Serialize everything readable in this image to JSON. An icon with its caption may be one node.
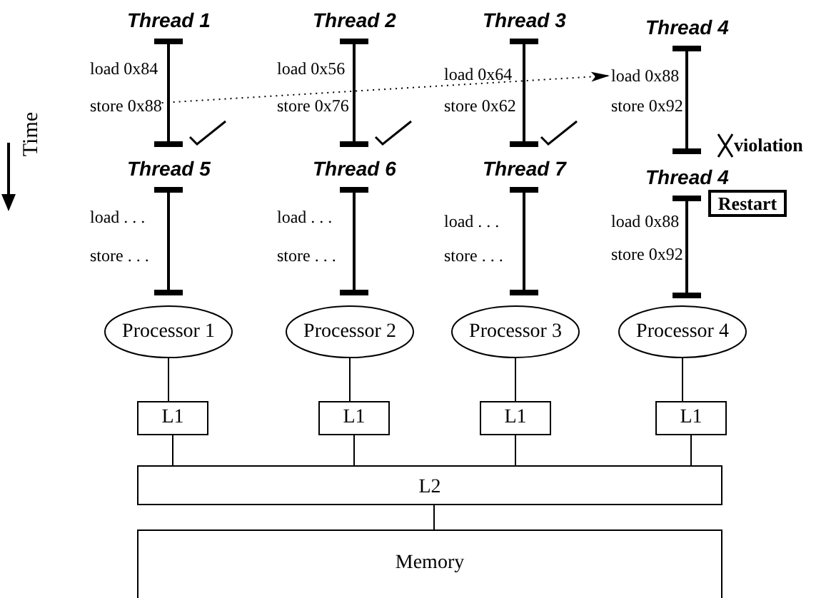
{
  "diagram": {
    "nodes": [
      {
        "text": [
          "store 0x88"
        ]
      },
      {
        "text": [
          "load 0x88"
        ]
      },
      {
        "text": [
          "Restart"
        ]
      },
      {
        "text": [
          "Processor 1"
        ]
      },
      {
        "text": [
          "Processor 2"
        ]
      },
      {
        "text": [
          "Processor 3"
        ]
      },
      {
        "text": [
          "Processor 4"
        ]
      },
      {
        "text": [
          "L1"
        ]
      },
      {
        "text": [
          "L1"
        ]
      },
      {
        "text": [
          "L1"
        ]
      },
      {
        "text": [
          "L1"
        ]
      },
      {
        "text": [
          "L2"
        ]
      },
      {
        "text": [
          "Memory"
        ]
      }
    ],
    "edges": [
      {
        "from": 0,
        "to": 1,
        "arrow": "to",
        "style": "dashed"
      },
      {
        "from": 3,
        "to": 7,
        "arrow": "none"
      },
      {
        "from": 4,
        "to": 8,
        "arrow": "none"
      },
      {
        "from": 5,
        "to": 9,
        "arrow": "none"
      },
      {
        "from": 6,
        "to": 10,
        "arrow": "none"
      },
      {
        "from": 7,
        "to": 11,
        "arrow": "none"
      },
      {
        "from": 8,
        "to": 11,
        "arrow": "none"
      },
      {
        "from": 9,
        "to": 11,
        "arrow": "none"
      },
      {
        "from": 10,
        "to": 11,
        "arrow": "none"
      },
      {
        "from": 11,
        "to": 12,
        "arrow": "none"
      }
    ],
    "labels": [
      "Thread 1",
      "Thread 2",
      "Thread 3",
      "Thread 4",
      "load 0x84",
      "load 0x56",
      "load 0x64",
      "Time",
      "store 0x76",
      "store 0x62",
      "store 0x92",
      "violation",
      "Thread 5",
      "Thread 6",
      "Thread 7",
      "Thread 4",
      "load . . .",
      "load . . .",
      "load . . .",
      "load 0x88",
      "store . . .",
      "store . . .",
      "store . . .",
      "store 0x92"
    ]
  }
}
